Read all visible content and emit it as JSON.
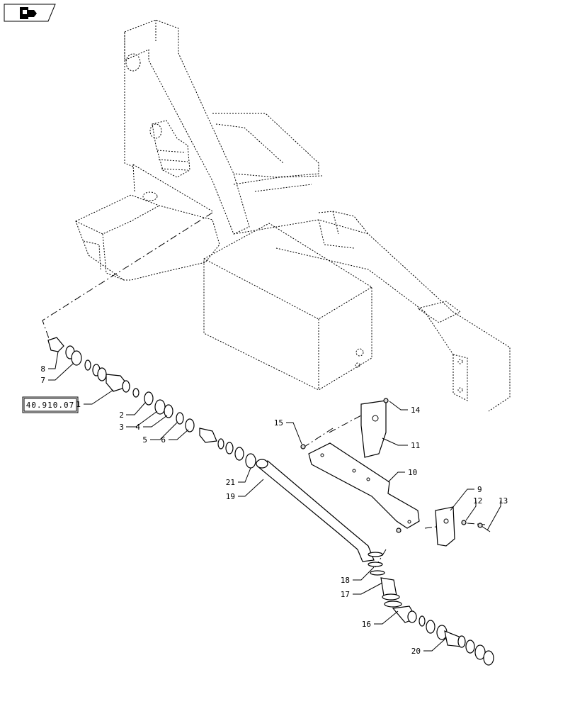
{
  "nav_icon": "arrow-icon",
  "reference_box": "40.910.07",
  "callouts": [
    {
      "id": "c1",
      "text": "1"
    },
    {
      "id": "c2",
      "text": "2"
    },
    {
      "id": "c3",
      "text": "3"
    },
    {
      "id": "c4",
      "text": "4"
    },
    {
      "id": "c5",
      "text": "5"
    },
    {
      "id": "c6",
      "text": "6"
    },
    {
      "id": "c7",
      "text": "7"
    },
    {
      "id": "c8",
      "text": "8"
    },
    {
      "id": "c9",
      "text": "9"
    },
    {
      "id": "c10",
      "text": "10"
    },
    {
      "id": "c11",
      "text": "11"
    },
    {
      "id": "c12",
      "text": "12"
    },
    {
      "id": "c13",
      "text": "13"
    },
    {
      "id": "c14",
      "text": "14"
    },
    {
      "id": "c15",
      "text": "15"
    },
    {
      "id": "c16",
      "text": "16"
    },
    {
      "id": "c17",
      "text": "17"
    },
    {
      "id": "c18",
      "text": "18"
    },
    {
      "id": "c19",
      "text": "19"
    },
    {
      "id": "c20",
      "text": "20"
    },
    {
      "id": "c21",
      "text": "21"
    }
  ]
}
